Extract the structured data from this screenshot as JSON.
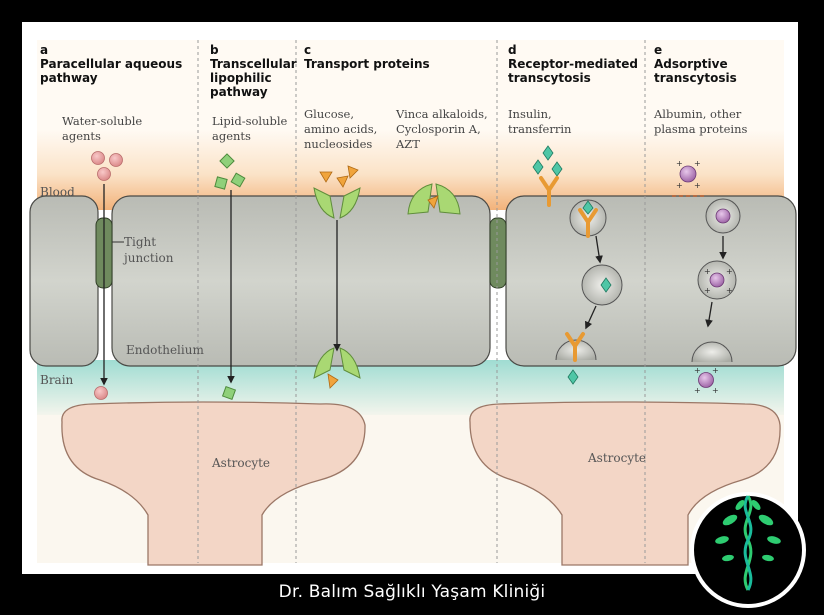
{
  "panels": {
    "a": {
      "letter": "a",
      "title1": "Paracellular aqueous",
      "title2": "pathway",
      "agent1": "Water-soluble",
      "agent2": "agents"
    },
    "b": {
      "letter": "b",
      "title1": "Transcellular",
      "title2": "lipophilic",
      "title3": "pathway",
      "agent1": "Lipid-soluble",
      "agent2": "agents"
    },
    "c": {
      "letter": "c",
      "title1": "Transport proteins",
      "agent1": "Glucose,",
      "agent2": "amino acids,",
      "agent3": "nucleosides",
      "agent4": "Vinca alkaloids,",
      "agent5": "Cyclosporin A,",
      "agent6": "AZT"
    },
    "d": {
      "letter": "d",
      "title1": "Receptor-mediated",
      "title2": "transcytosis",
      "agent1": "Insulin,",
      "agent2": "transferrin"
    },
    "e": {
      "letter": "e",
      "title1": "Adsorptive",
      "title2": "transcytosis",
      "agent1": "Albumin, other",
      "agent2": "plasma proteins"
    }
  },
  "labels": {
    "blood": "Blood",
    "brain": "Brain",
    "tight1": "Tight",
    "tight2": "junction",
    "endothelium": "Endothelium",
    "astrocyte_left": "Astrocyte",
    "astrocyte_right": "Astrocyte"
  },
  "caption": "Dr. Balım Sağlıklı Yaşam Kliniği",
  "colors": {
    "blood": "#f2b77d",
    "brain": "#aee0d8",
    "cell": "#c7c9c2",
    "astrocyte": "#f1d4c4",
    "transporter": "#a9d873",
    "receptor": "#f0a43c",
    "marker": "#4fc6a6",
    "logo_green": "#2ecc71"
  },
  "icons": [
    "tree-dna-logo-icon"
  ]
}
